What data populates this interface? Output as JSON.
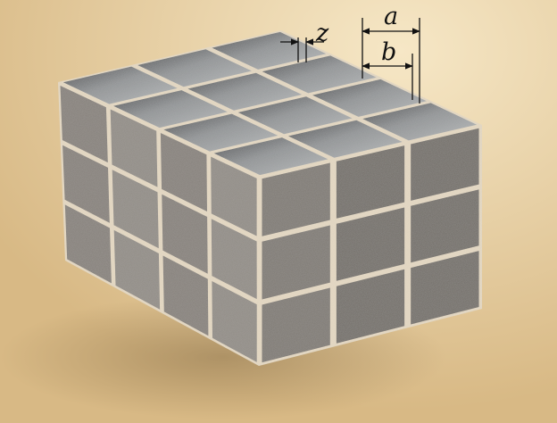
{
  "figure": {
    "labels": {
      "z": "z",
      "a": "a",
      "b": "b"
    },
    "block_grid": {
      "rows_front_depth": 4,
      "columns_width": 3,
      "layers_height": 3
    },
    "colors": {
      "background": "#e6cfa3",
      "gap_color": "#e9dcc4",
      "top_light": "#b9bcbd",
      "top_dark": "#3b3d40",
      "side_light": "#8c8680",
      "side_dark": "#4a4744",
      "line": "#111111"
    }
  }
}
